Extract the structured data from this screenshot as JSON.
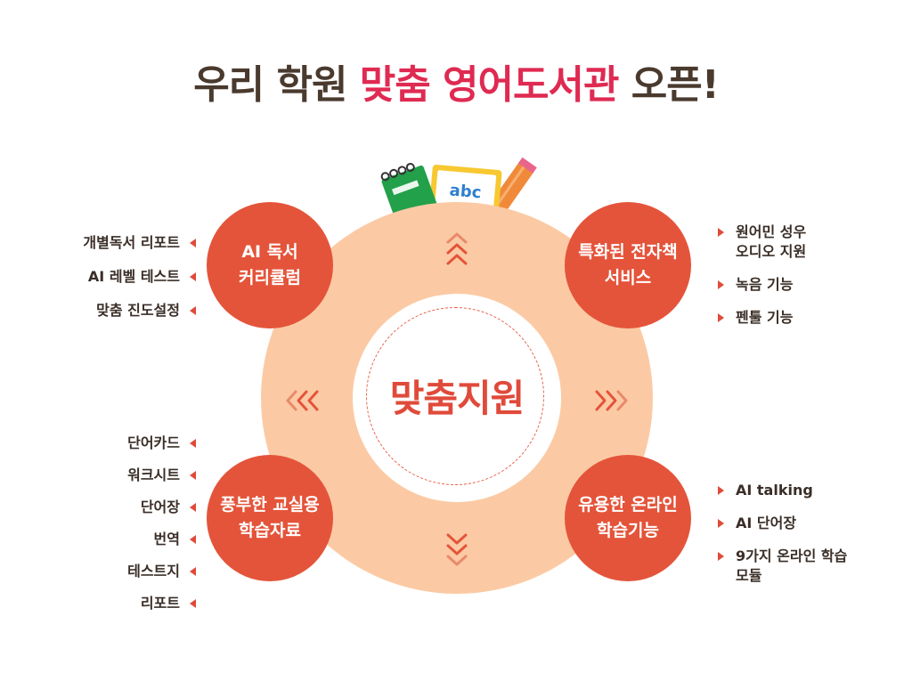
{
  "title": {
    "part1": "우리 학원 ",
    "part2": "맞춤 영어도서관",
    "part3": " 오픈!"
  },
  "center": {
    "label": "맞춤지원"
  },
  "nodes": [
    {
      "line1": "AI 독서",
      "line2": "커리큘럼"
    },
    {
      "line1": "특화된 전자책",
      "line2": "서비스"
    },
    {
      "line1": "풍부한 교실용",
      "line2": "학습자료"
    },
    {
      "line1": "유용한 온라인",
      "line2": "학습기능"
    }
  ],
  "lists": {
    "top_left": [
      "개별독서 리포트",
      "AI 레벨 테스트",
      "맞춤 진도설정"
    ],
    "top_right": [
      "원어민 성우\n오디오 지원",
      "녹음 기능",
      "펜툴 기능"
    ],
    "bottom_left": [
      "단어카드",
      "워크시트",
      "단어장",
      "번역",
      "테스트지",
      "리포트"
    ],
    "bottom_right": [
      "AI talking",
      "AI 단어장",
      "9가지 온라인 학습\n모듈"
    ]
  },
  "decor": {
    "card_text": "abc"
  },
  "colors": {
    "accent": "#df2a52",
    "node": "#e4543a",
    "ring": "#fbcaa4",
    "title_dark": "#4a3a2e"
  },
  "icons": [
    "notebook-icon",
    "abc-card-icon",
    "pencil-icon",
    "chevron-up-icon",
    "chevron-down-icon",
    "chevron-left-icon",
    "chevron-right-icon"
  ]
}
